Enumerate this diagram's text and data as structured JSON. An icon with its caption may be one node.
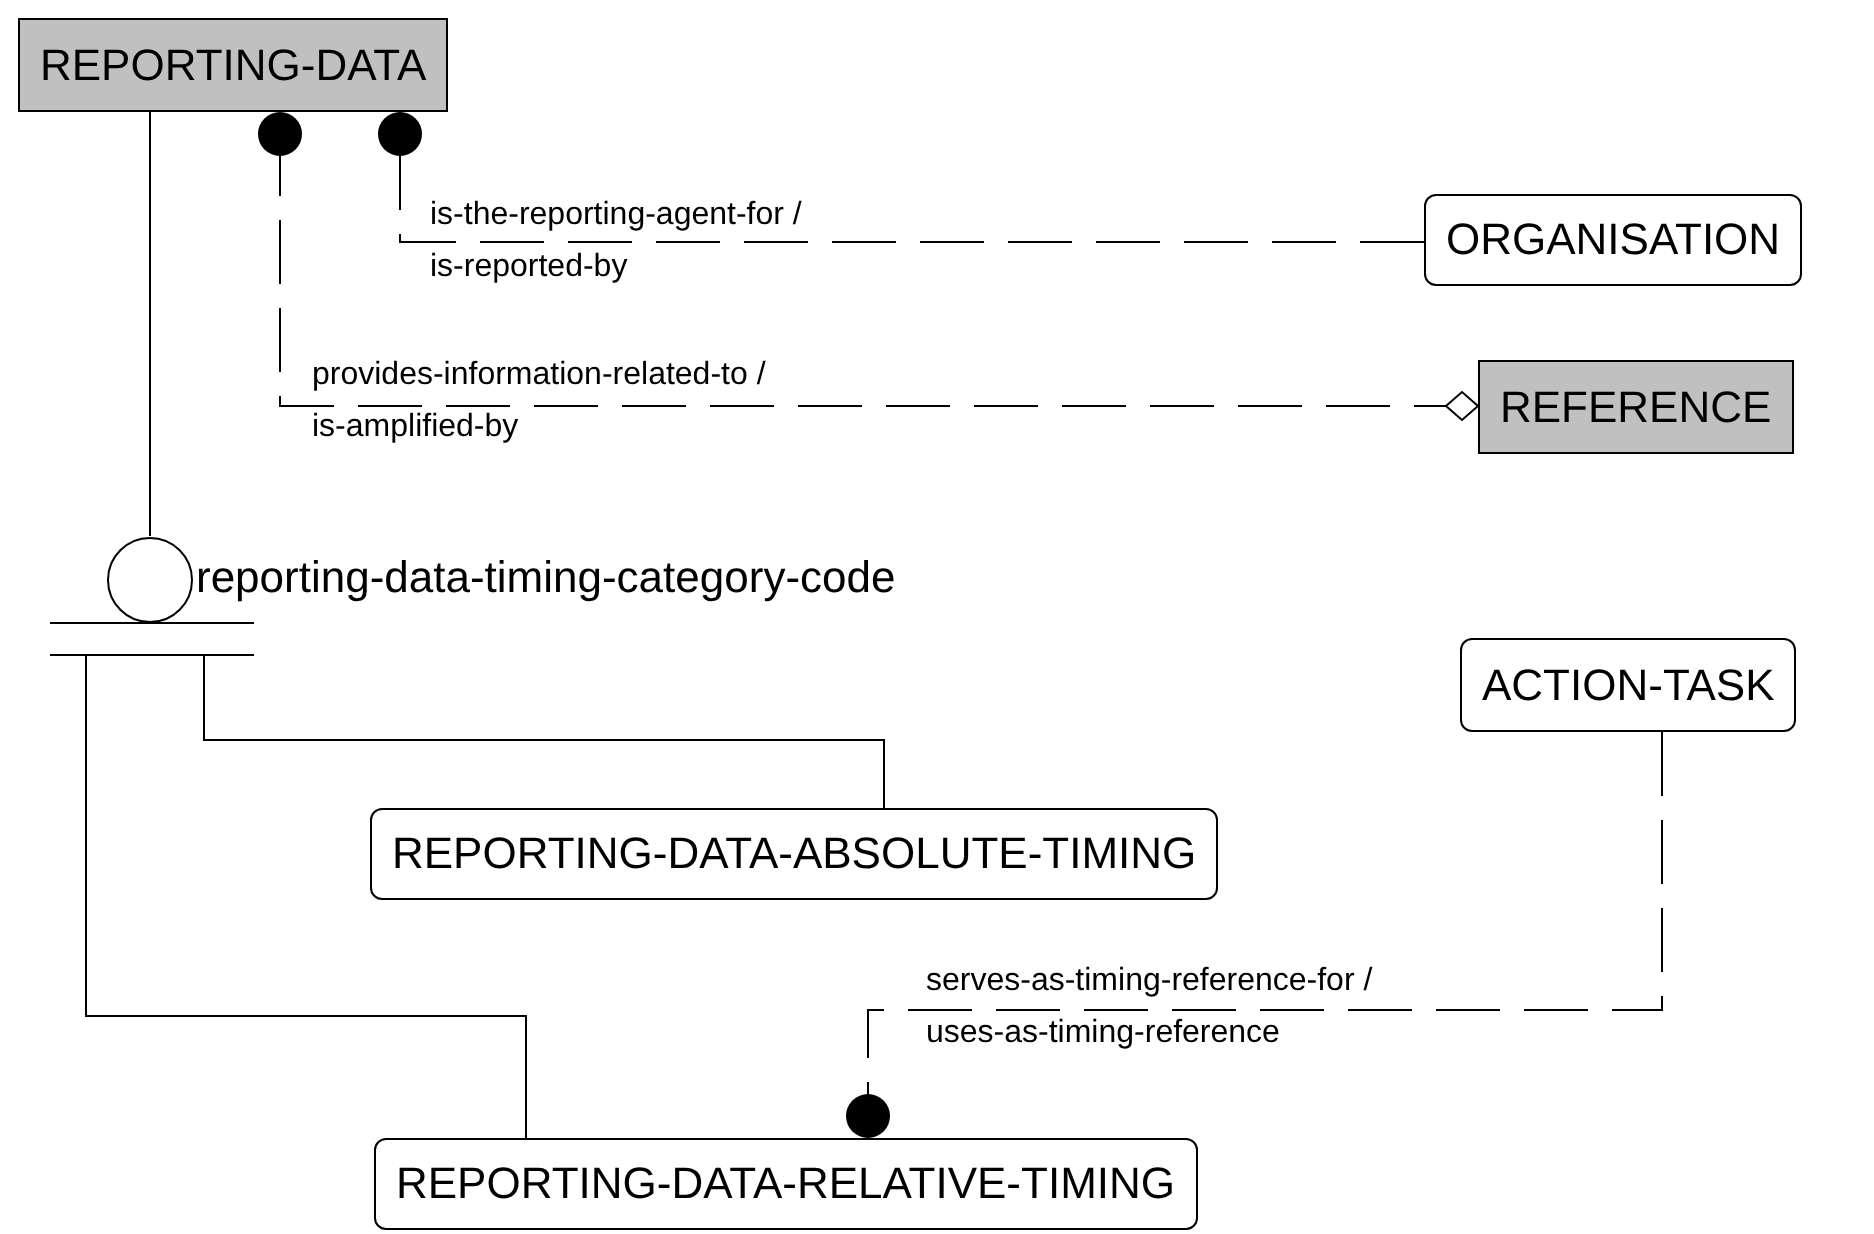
{
  "diagram": {
    "nodes": [
      {
        "text": [
          "REPORTING-DATA"
        ]
      },
      {
        "text": [
          "ORGANISATION"
        ]
      },
      {
        "text": [
          "REFERENCE"
        ]
      },
      {
        "text": [],
        "shape": "circle",
        "beside": [
          "reporting-data-timing-category-code"
        ]
      },
      {
        "text": [
          "ACTION-TASK"
        ]
      },
      {
        "text": [
          "REPORTING-DATA-ABSOLUTE-TIMING"
        ]
      },
      {
        "text": [
          "REPORTING-DATA-RELATIVE-TIMING"
        ]
      }
    ],
    "edges": [
      {
        "from": 0,
        "to": 3,
        "arrow": "none"
      },
      {
        "from": 1,
        "to": 0,
        "arrow": "other",
        "label": "is-the-reporting-agent-for / is-reported-by",
        "style": "dashed"
      },
      {
        "from": 2,
        "to": 0,
        "arrow": "other",
        "label": "provides-information-related-to / is-amplified-by",
        "style": "dashed"
      },
      {
        "from": 3,
        "to": 5,
        "arrow": "none"
      },
      {
        "from": 3,
        "to": 6,
        "arrow": "none"
      },
      {
        "from": 4,
        "to": 6,
        "arrow": "other",
        "label": "serves-as-timing-reference-for / uses-as-timing-reference",
        "style": "dashed"
      }
    ]
  }
}
